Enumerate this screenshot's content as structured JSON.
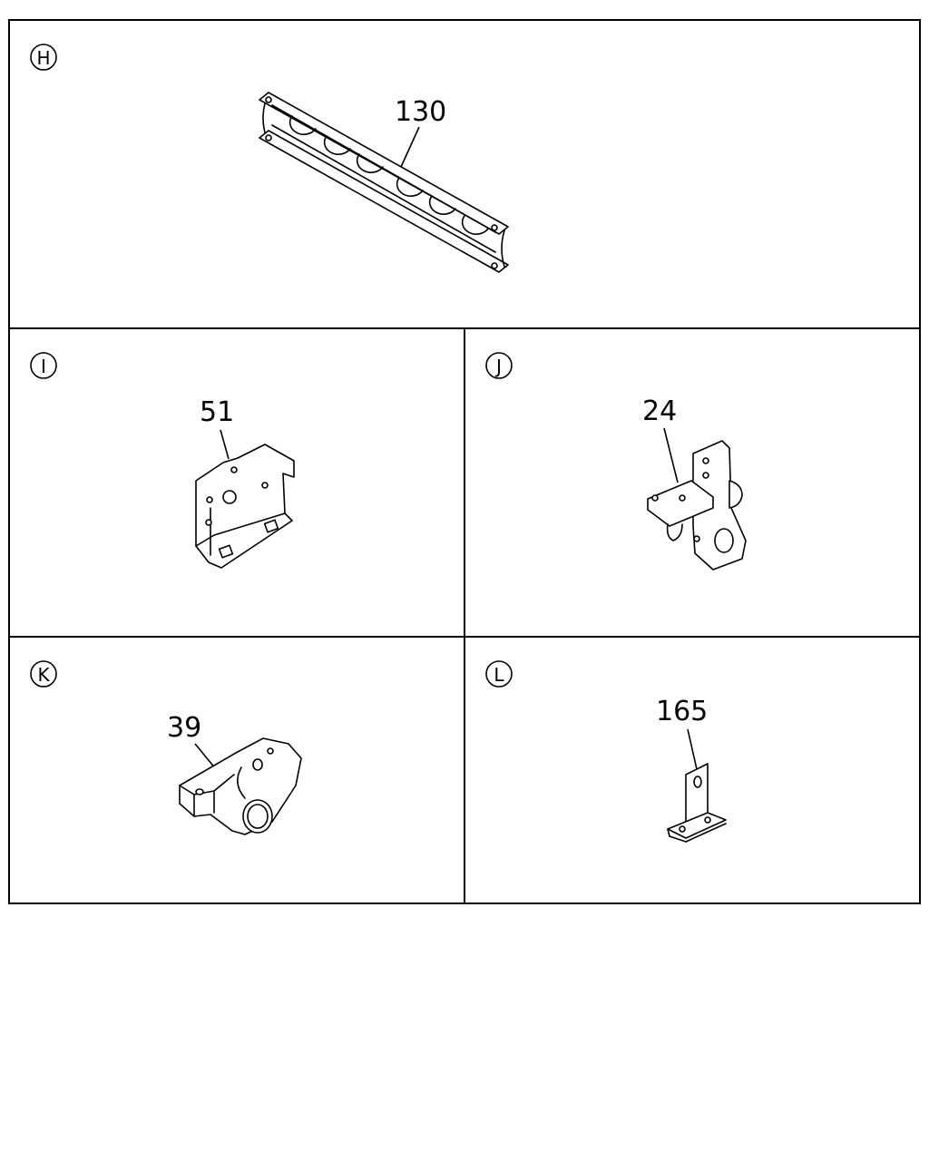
{
  "panels": [
    {
      "id": "H",
      "letter": "H",
      "callout": "130"
    },
    {
      "id": "I",
      "letter": "I",
      "callout": "51"
    },
    {
      "id": "J",
      "letter": "J",
      "callout": "24"
    },
    {
      "id": "K",
      "letter": "K",
      "callout": "39"
    },
    {
      "id": "L",
      "letter": "L",
      "callout": "165"
    }
  ]
}
